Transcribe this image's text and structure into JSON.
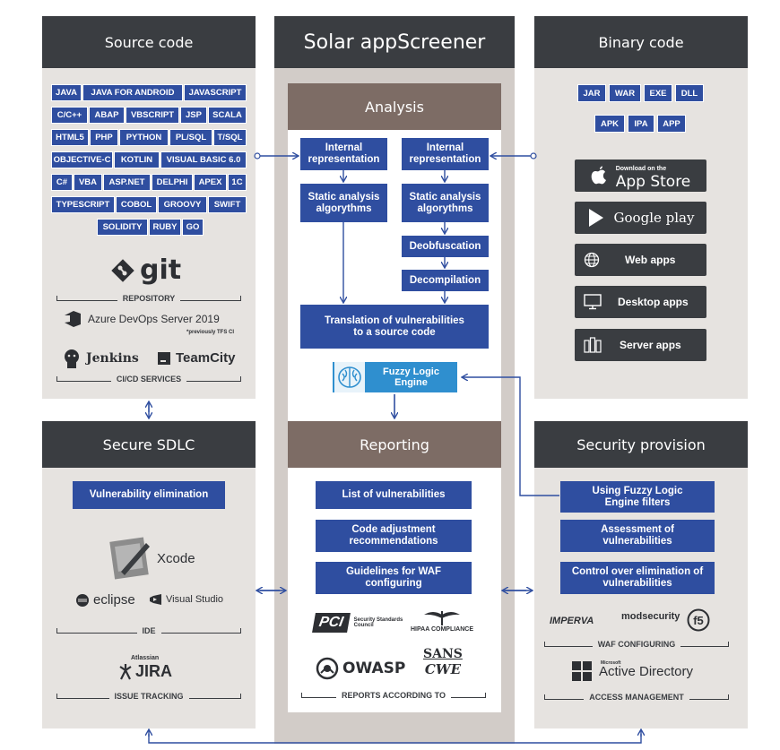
{
  "panels": {
    "source_code": {
      "title": "Source code",
      "languages": [
        "JAVA",
        "JAVA FOR ANDROID",
        "JAVASCRIPT",
        "C/C++",
        "ABAP",
        "VBSCRIPT",
        "JSP",
        "SCALA",
        "HTML5",
        "PHP",
        "PYTHON",
        "PL/SQL",
        "T/SQL",
        "OBJECTIVE-C",
        "KOTLIN",
        "VISUAL BASIC 6.0",
        "C#",
        "VBA",
        "ASP.NET",
        "DELPHI",
        "APEX",
        "1C",
        "TYPESCRIPT",
        "COBOL",
        "GROOVY",
        "SWIFT",
        "SOLIDITY",
        "RUBY",
        "GO"
      ],
      "git_label": "git",
      "repository_caption": "REPOSITORY",
      "azure_label": "Azure DevOps Server 2019",
      "azure_note": "*previously TFS CI",
      "jenkins_label": "Jenkins",
      "teamcity_label": "TeamCity",
      "cicd_caption": "CI/CD SERVICES"
    },
    "center": {
      "title": "Solar appScreener",
      "analysis_title": "Analysis",
      "left_internal": "Internal representation",
      "right_internal": "Internal representation",
      "left_static": "Static analysis algorythms",
      "right_static": "Static analysis algorythms",
      "deobfuscation": "Deobfuscation",
      "decompilation": "Decompilation",
      "translation": "Translation of vulnerabilities to a source code",
      "fuzzy": "Fuzzy Logic Engine",
      "reporting_title": "Reporting",
      "report_items": [
        "List of vulnerabilities",
        "Code adjustment recommendations",
        "Guidelines for WAF configuring"
      ],
      "pci_label": "PCI",
      "pci_sub": "Security Standards Council",
      "hipaa_label": "HIPAA COMPLIANCE",
      "owasp_label": "OWASP",
      "sans_label": "SANS",
      "cwe_label": "CWE",
      "reports_caption": "REPORTS ACCORDING TO"
    },
    "binary_code": {
      "title": "Binary code",
      "formats_row1": [
        "JAR",
        "WAR",
        "EXE",
        "DLL"
      ],
      "formats_row2": [
        "APK",
        "IPA",
        "APP"
      ],
      "appstore_small": "Download on the",
      "appstore_big": "App Store",
      "googleplay": "Google play",
      "web_apps": "Web apps",
      "desktop_apps": "Desktop apps",
      "server_apps": "Server apps"
    },
    "secure_sdlc": {
      "title": "Secure SDLC",
      "vuln_elimination": "Vulnerability elimination",
      "xcode_label": "Xcode",
      "eclipse_label": "eclipse",
      "vs_label": "Visual Studio",
      "ide_caption": "IDE",
      "atlassian_label": "Atlassian",
      "jira_label": "JIRA",
      "issue_caption": "ISSUE TRACKING"
    },
    "security_provision": {
      "title": "Security provision",
      "items": [
        "Using Fuzzy Logic Engine filters",
        "Assessment of vulnerabilities",
        "Control over elimination of vulnerabilities"
      ],
      "imperva_label": "IMPERVA",
      "modsecurity_label": "modsecurity",
      "f5_label": "f5",
      "waf_caption": "WAF CONFIGURING",
      "microsoft_label": "Microsoft",
      "ad_label": "Active Directory",
      "access_caption": "ACCESS MANAGEMENT"
    }
  },
  "colors": {
    "panel_bg": "#e6e3e0",
    "header_dark": "#3a3d41",
    "header_brown": "#7d6c65",
    "accent_blue": "#2f4ea0",
    "fuzzy_blue": "#2f8fcf",
    "center_bg": "#d2ccc8"
  }
}
